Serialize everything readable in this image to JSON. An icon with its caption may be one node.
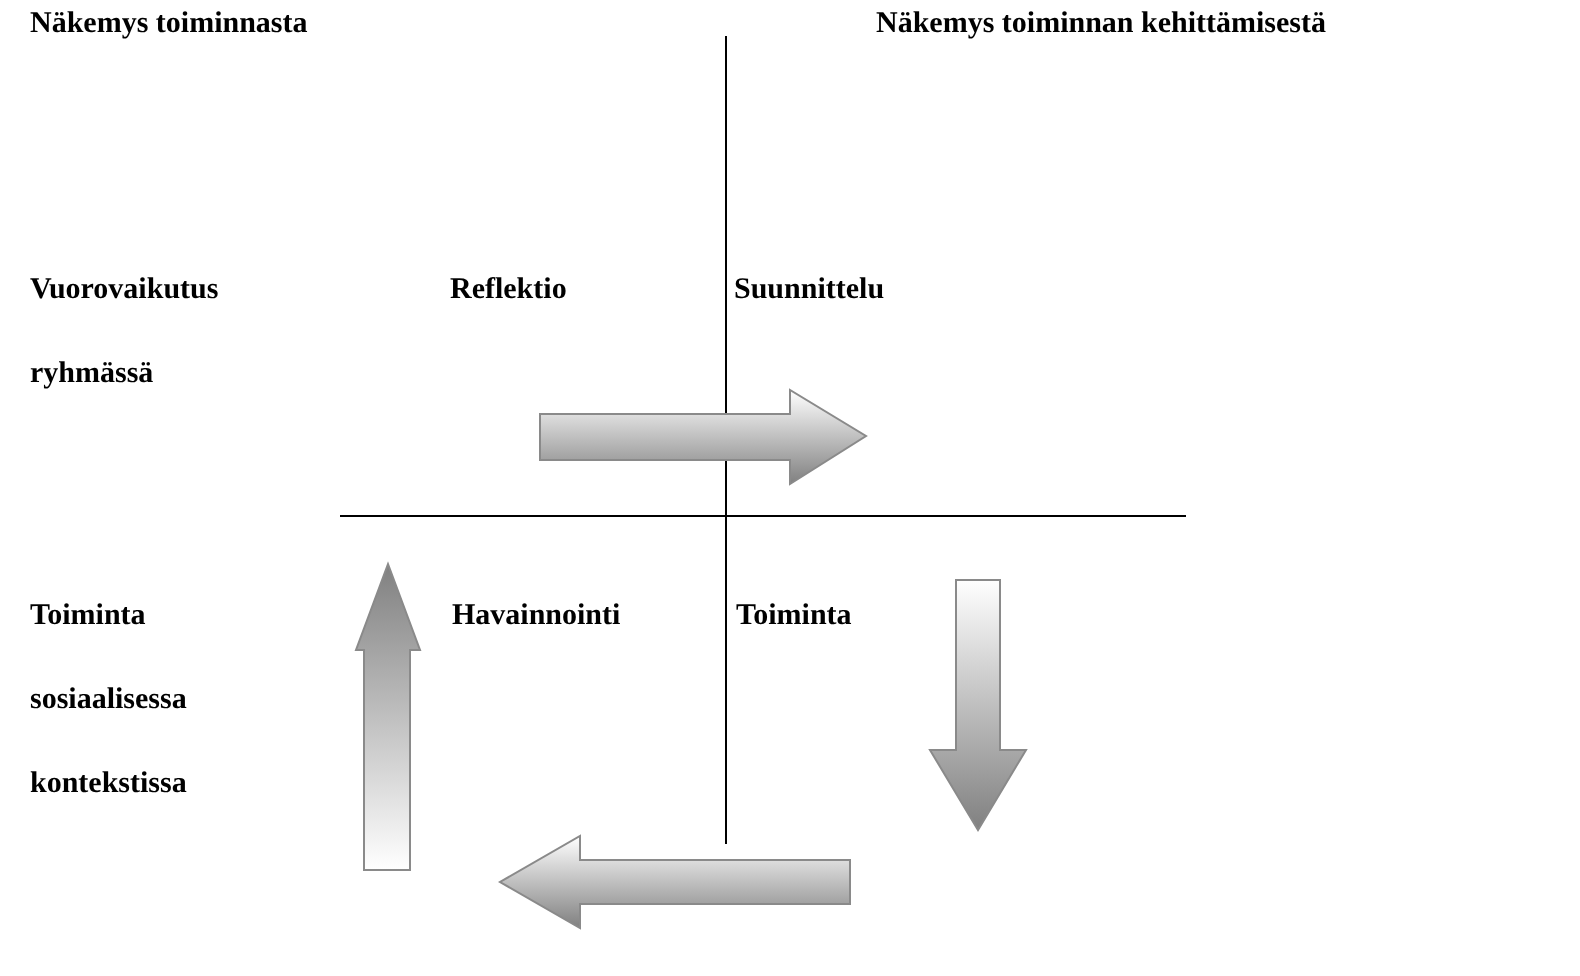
{
  "diagram": {
    "labels": [
      "Näkemys toiminnasta",
      "Näkemys toiminnan kehittämisestä",
      "Vuorovaikutus ryhmässä",
      "Reflektio",
      "Suunnittelu",
      "Toiminta sosiaalisessa kontekstissa",
      "Havainnointi",
      "Toiminta"
    ]
  }
}
